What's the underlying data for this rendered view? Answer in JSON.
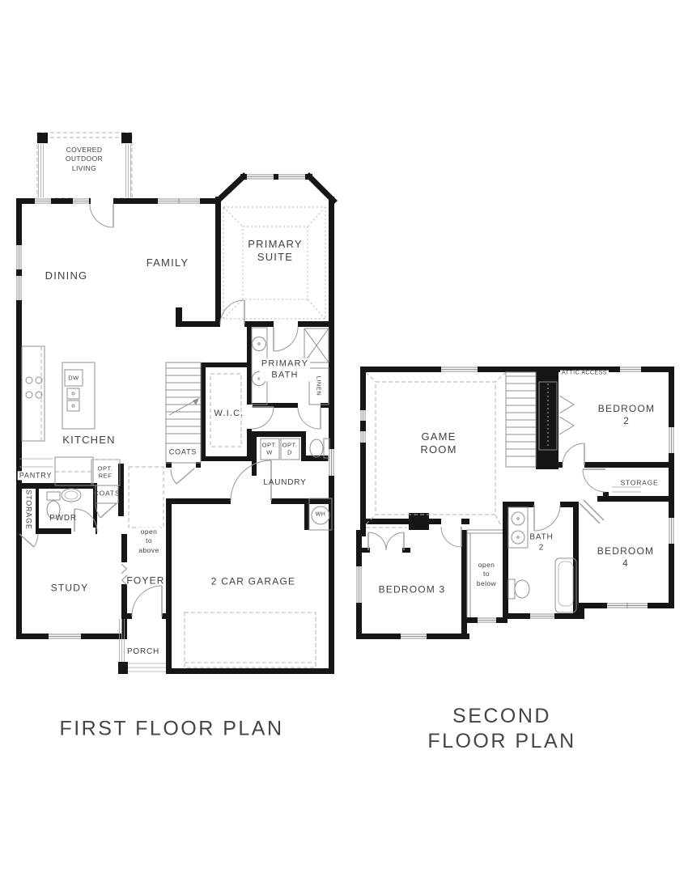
{
  "document": {
    "type": "architectural floor plan, black and white line drawing",
    "background": "#ffffff"
  },
  "colors": {
    "wall": "#161616",
    "thin_line": "#8f8f8f",
    "dashed_line": "#b3b3b3",
    "text": "#3f3f3f"
  },
  "first_floor": {
    "title": "FIRST FLOOR PLAN",
    "rooms": {
      "covered_outdoor_living": "COVERED\nOUTDOOR\nLIVING",
      "dining": "DINING",
      "family": "FAMILY",
      "primary_suite": "PRIMARY\nSUITE",
      "primary_bath": "PRIMARY\nBATH",
      "wic": "W.I.C.",
      "linen": "LINEN",
      "kitchen": "KITCHEN",
      "dw": "DW",
      "opt_ref": "OPT.\nREF",
      "pantry": "PANTRY",
      "storage": "STORAGE",
      "pwdr": "PWDR",
      "coats_hall": "COATS",
      "coats_stairs": "COATS",
      "opt_w": "OPT.\nW",
      "opt_d": "OPT.\nD",
      "laundry": "LAUNDRY",
      "wh": "WH",
      "open_to_above": "open\nto\nabove",
      "study": "STUDY",
      "foyer": "FOYER",
      "garage": "2 CAR GARAGE",
      "porch": "PORCH"
    }
  },
  "second_floor": {
    "title": "SECOND FLOOR PLAN",
    "rooms": {
      "game_room": "GAME\nROOM",
      "attic_access": "ATTIC ACCESS",
      "bedroom_2": "BEDROOM 2",
      "storage": "STORAGE",
      "bath_2": "BATH\n2",
      "bedroom_3": "BEDROOM 3",
      "bedroom_4": "BEDROOM 4",
      "open_to_below": "open\nto\nbelow"
    }
  }
}
